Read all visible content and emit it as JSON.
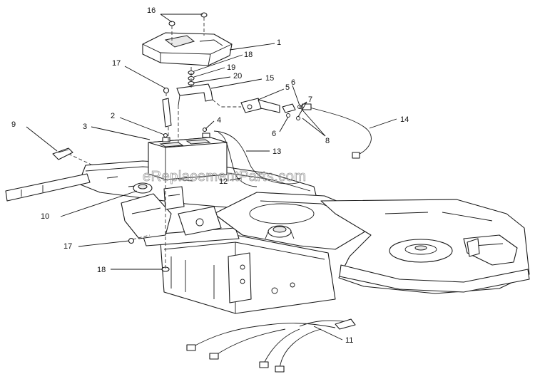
{
  "watermark": "eReplacementParts.com",
  "callouts": {
    "c1": "1",
    "c2": "2",
    "c3": "3",
    "c4": "4",
    "c5": "5",
    "c6a": "6",
    "c6b": "6",
    "c7": "7",
    "c8": "8",
    "c9": "9",
    "c10": "10",
    "c11": "11",
    "c12": "12",
    "c13": "13",
    "c14": "14",
    "c15": "15",
    "c16": "16",
    "c17a": "17",
    "c17b": "17",
    "c18a": "18",
    "c18b": "18",
    "c19": "19",
    "c20": "20"
  },
  "colors": {
    "line": "#1a1a1a",
    "watermark": "#9a9a9a",
    "background": "#ffffff"
  }
}
